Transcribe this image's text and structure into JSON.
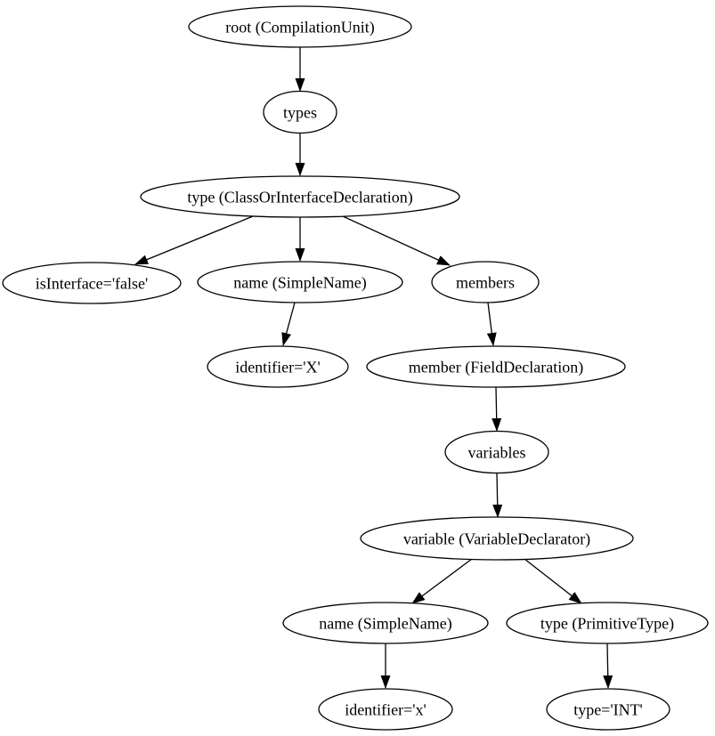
{
  "diagram": {
    "kind": "directed-tree",
    "colors": {
      "background": "#ffffff",
      "node_fill": "#ffffff",
      "node_stroke": "#000000",
      "edge_stroke": "#000000",
      "text": "#000000"
    },
    "nodes": {
      "root": {
        "label": "root (CompilationUnit)"
      },
      "types": {
        "label": "types"
      },
      "type_class": {
        "label": "type (ClassOrInterfaceDeclaration)"
      },
      "is_interface": {
        "label": "isInterface='false'"
      },
      "name_simple_1": {
        "label": "name (SimpleName)"
      },
      "members": {
        "label": "members"
      },
      "identifier_upper": {
        "label": "identifier='X'"
      },
      "member_field": {
        "label": "member (FieldDeclaration)"
      },
      "variables": {
        "label": "variables"
      },
      "variable_declarator": {
        "label": "variable (VariableDeclarator)"
      },
      "name_simple_2": {
        "label": "name (SimpleName)"
      },
      "type_primitive": {
        "label": "type (PrimitiveType)"
      },
      "identifier_lower": {
        "label": "identifier='x'"
      },
      "type_int": {
        "label": "type='INT'"
      }
    },
    "edges": [
      {
        "from": "root",
        "to": "types"
      },
      {
        "from": "types",
        "to": "type_class"
      },
      {
        "from": "type_class",
        "to": "is_interface"
      },
      {
        "from": "type_class",
        "to": "name_simple_1"
      },
      {
        "from": "type_class",
        "to": "members"
      },
      {
        "from": "name_simple_1",
        "to": "identifier_upper"
      },
      {
        "from": "members",
        "to": "member_field"
      },
      {
        "from": "member_field",
        "to": "variables"
      },
      {
        "from": "variables",
        "to": "variable_declarator"
      },
      {
        "from": "variable_declarator",
        "to": "name_simple_2"
      },
      {
        "from": "variable_declarator",
        "to": "type_primitive"
      },
      {
        "from": "name_simple_2",
        "to": "identifier_lower"
      },
      {
        "from": "type_primitive",
        "to": "type_int"
      }
    ]
  }
}
